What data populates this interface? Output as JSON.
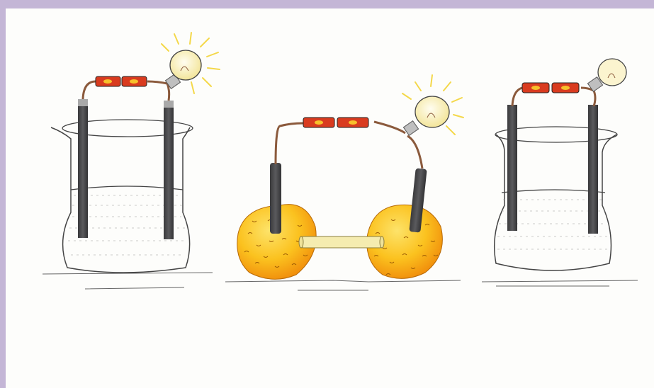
{
  "scene": {
    "panels": [
      {
        "id": "left",
        "subject": "beaker-with-liquid",
        "bulb": "lit"
      },
      {
        "id": "middle",
        "subject": "two-lemons-with-salt-bridge",
        "bulb": "lit"
      },
      {
        "id": "right",
        "subject": "beaker-with-liquid",
        "bulb": "unlit"
      }
    ]
  },
  "colors": {
    "frame": "#c4b6d6",
    "background": "#fdfdfb",
    "electrode": "#4a4a4c",
    "battery": "#d93b1f",
    "battery_spot": "#f7c12b",
    "wire": "#8b5a3c",
    "bulb": "#fbf2b8",
    "glow": "#f4d84a",
    "lemon": "#fbc21f",
    "lemon_shade": "#f19a0e",
    "bridge": "#f5ecb0",
    "liquid_line": "#555555"
  }
}
